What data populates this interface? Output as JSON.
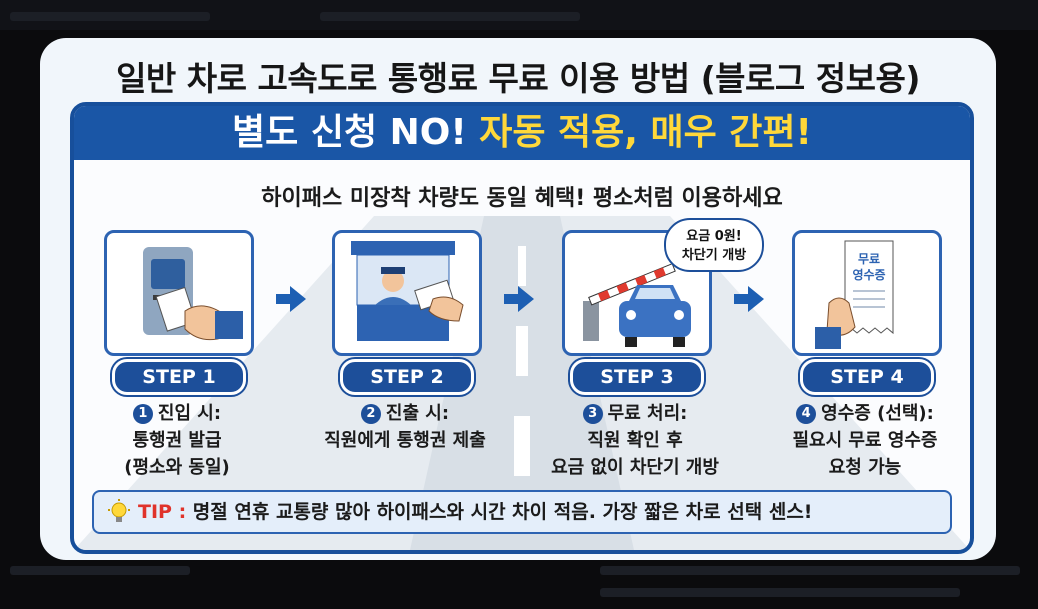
{
  "title": "일반 차로 고속도로 통행료 무료 이용 방법 (블로그 정보용)",
  "banner": {
    "part1": "별도 신청 NO! ",
    "part2": "자동 적용, 매우 간편!"
  },
  "subtitle": "하이패스 미장착 차량도 동일 혜택! 평소처럼 이용하세요",
  "steps": [
    {
      "label": "STEP 1",
      "num": "1",
      "line1": "진입 시:",
      "line2": "통행권 발급",
      "line3": "(평소와 동일)"
    },
    {
      "label": "STEP 2",
      "num": "2",
      "line1": "진출 시:",
      "line2": "직원에게 통행권 제출",
      "line3": ""
    },
    {
      "label": "STEP 3",
      "num": "3",
      "line1": "무료 처리:",
      "line2": "직원 확인 후",
      "line3": "요금 없이 차단기 개방"
    },
    {
      "label": "STEP 4",
      "num": "4",
      "line1": "영수증 (선택):",
      "line2": "필요시 무료 영수증",
      "line3": "요청 가능"
    }
  ],
  "bubble": {
    "line1": "요금 0원!",
    "line2": "차단기 개방"
  },
  "receipt": {
    "line1": "무료",
    "line2": "영수증"
  },
  "tip": {
    "label": "TIP :",
    "text": "명절 연휴 교통량 많아 하이패스와 시간 차이 적음. 가장 짧은 차로 선택 센스!"
  },
  "colors": {
    "primary": "#1a56a6",
    "highlight": "#ffd83a",
    "tip_label": "#e0332b",
    "background": "#f1f6fb"
  }
}
